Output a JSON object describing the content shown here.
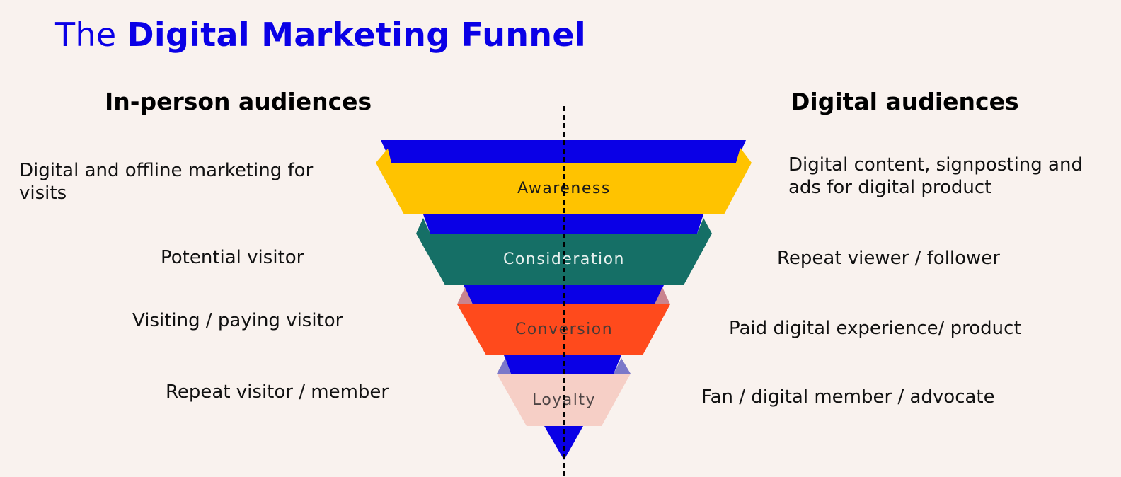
{
  "title": {
    "prefix": "The",
    "emphasis": "Digital Marketing Funnel"
  },
  "columns": {
    "left_heading": "In-person audiences",
    "right_heading": "Digital audiences"
  },
  "stages": [
    {
      "label": "Awareness",
      "color": "#ffc300",
      "text_color": "#1a1a1a",
      "in_person": "Digital and offline marketing for visits",
      "digital": "Digital content, signposting and ads for digital product"
    },
    {
      "label": "Consideration",
      "color": "#156f66",
      "text_color": "#e9f1ef",
      "in_person": "Potential visitor",
      "digital": "Repeat viewer / follower"
    },
    {
      "label": "Conversion",
      "color": "#ff4a1c",
      "text_color": "#4a3a36",
      "in_person": "Visiting / paying visitor",
      "digital": "Paid digital experience/ product"
    },
    {
      "label": "Loyalty",
      "color": "#f6cfc6",
      "text_color": "#4e4545",
      "in_person": "Repeat visitor / member",
      "digital": "Fan / digital member / advocate"
    }
  ],
  "colors": {
    "background": "#f9f2ee",
    "accent_blue": "#0a00e6",
    "divider": "#000000"
  }
}
